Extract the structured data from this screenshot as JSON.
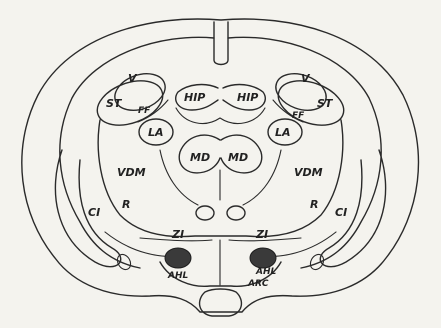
{
  "labels": {
    "v_left": "V",
    "v_right": "V",
    "st_left": "ST",
    "st_right": "ST",
    "ff_left": "FF",
    "ff_right": "FF",
    "hip_left": "HIP",
    "hip_right": "HIP",
    "la_left": "LA",
    "la_right": "LA",
    "md_left": "MD",
    "md_right": "MD",
    "vdm_left": "VDM",
    "vdm_right": "VDM",
    "r_left": "R",
    "r_right": "R",
    "ci_left": "CI",
    "ci_right": "CI",
    "zi_left": "ZI",
    "zi_right": "ZI",
    "ahl_left": "AHL",
    "ahl_right": "AHL",
    "arc": "ARC"
  }
}
